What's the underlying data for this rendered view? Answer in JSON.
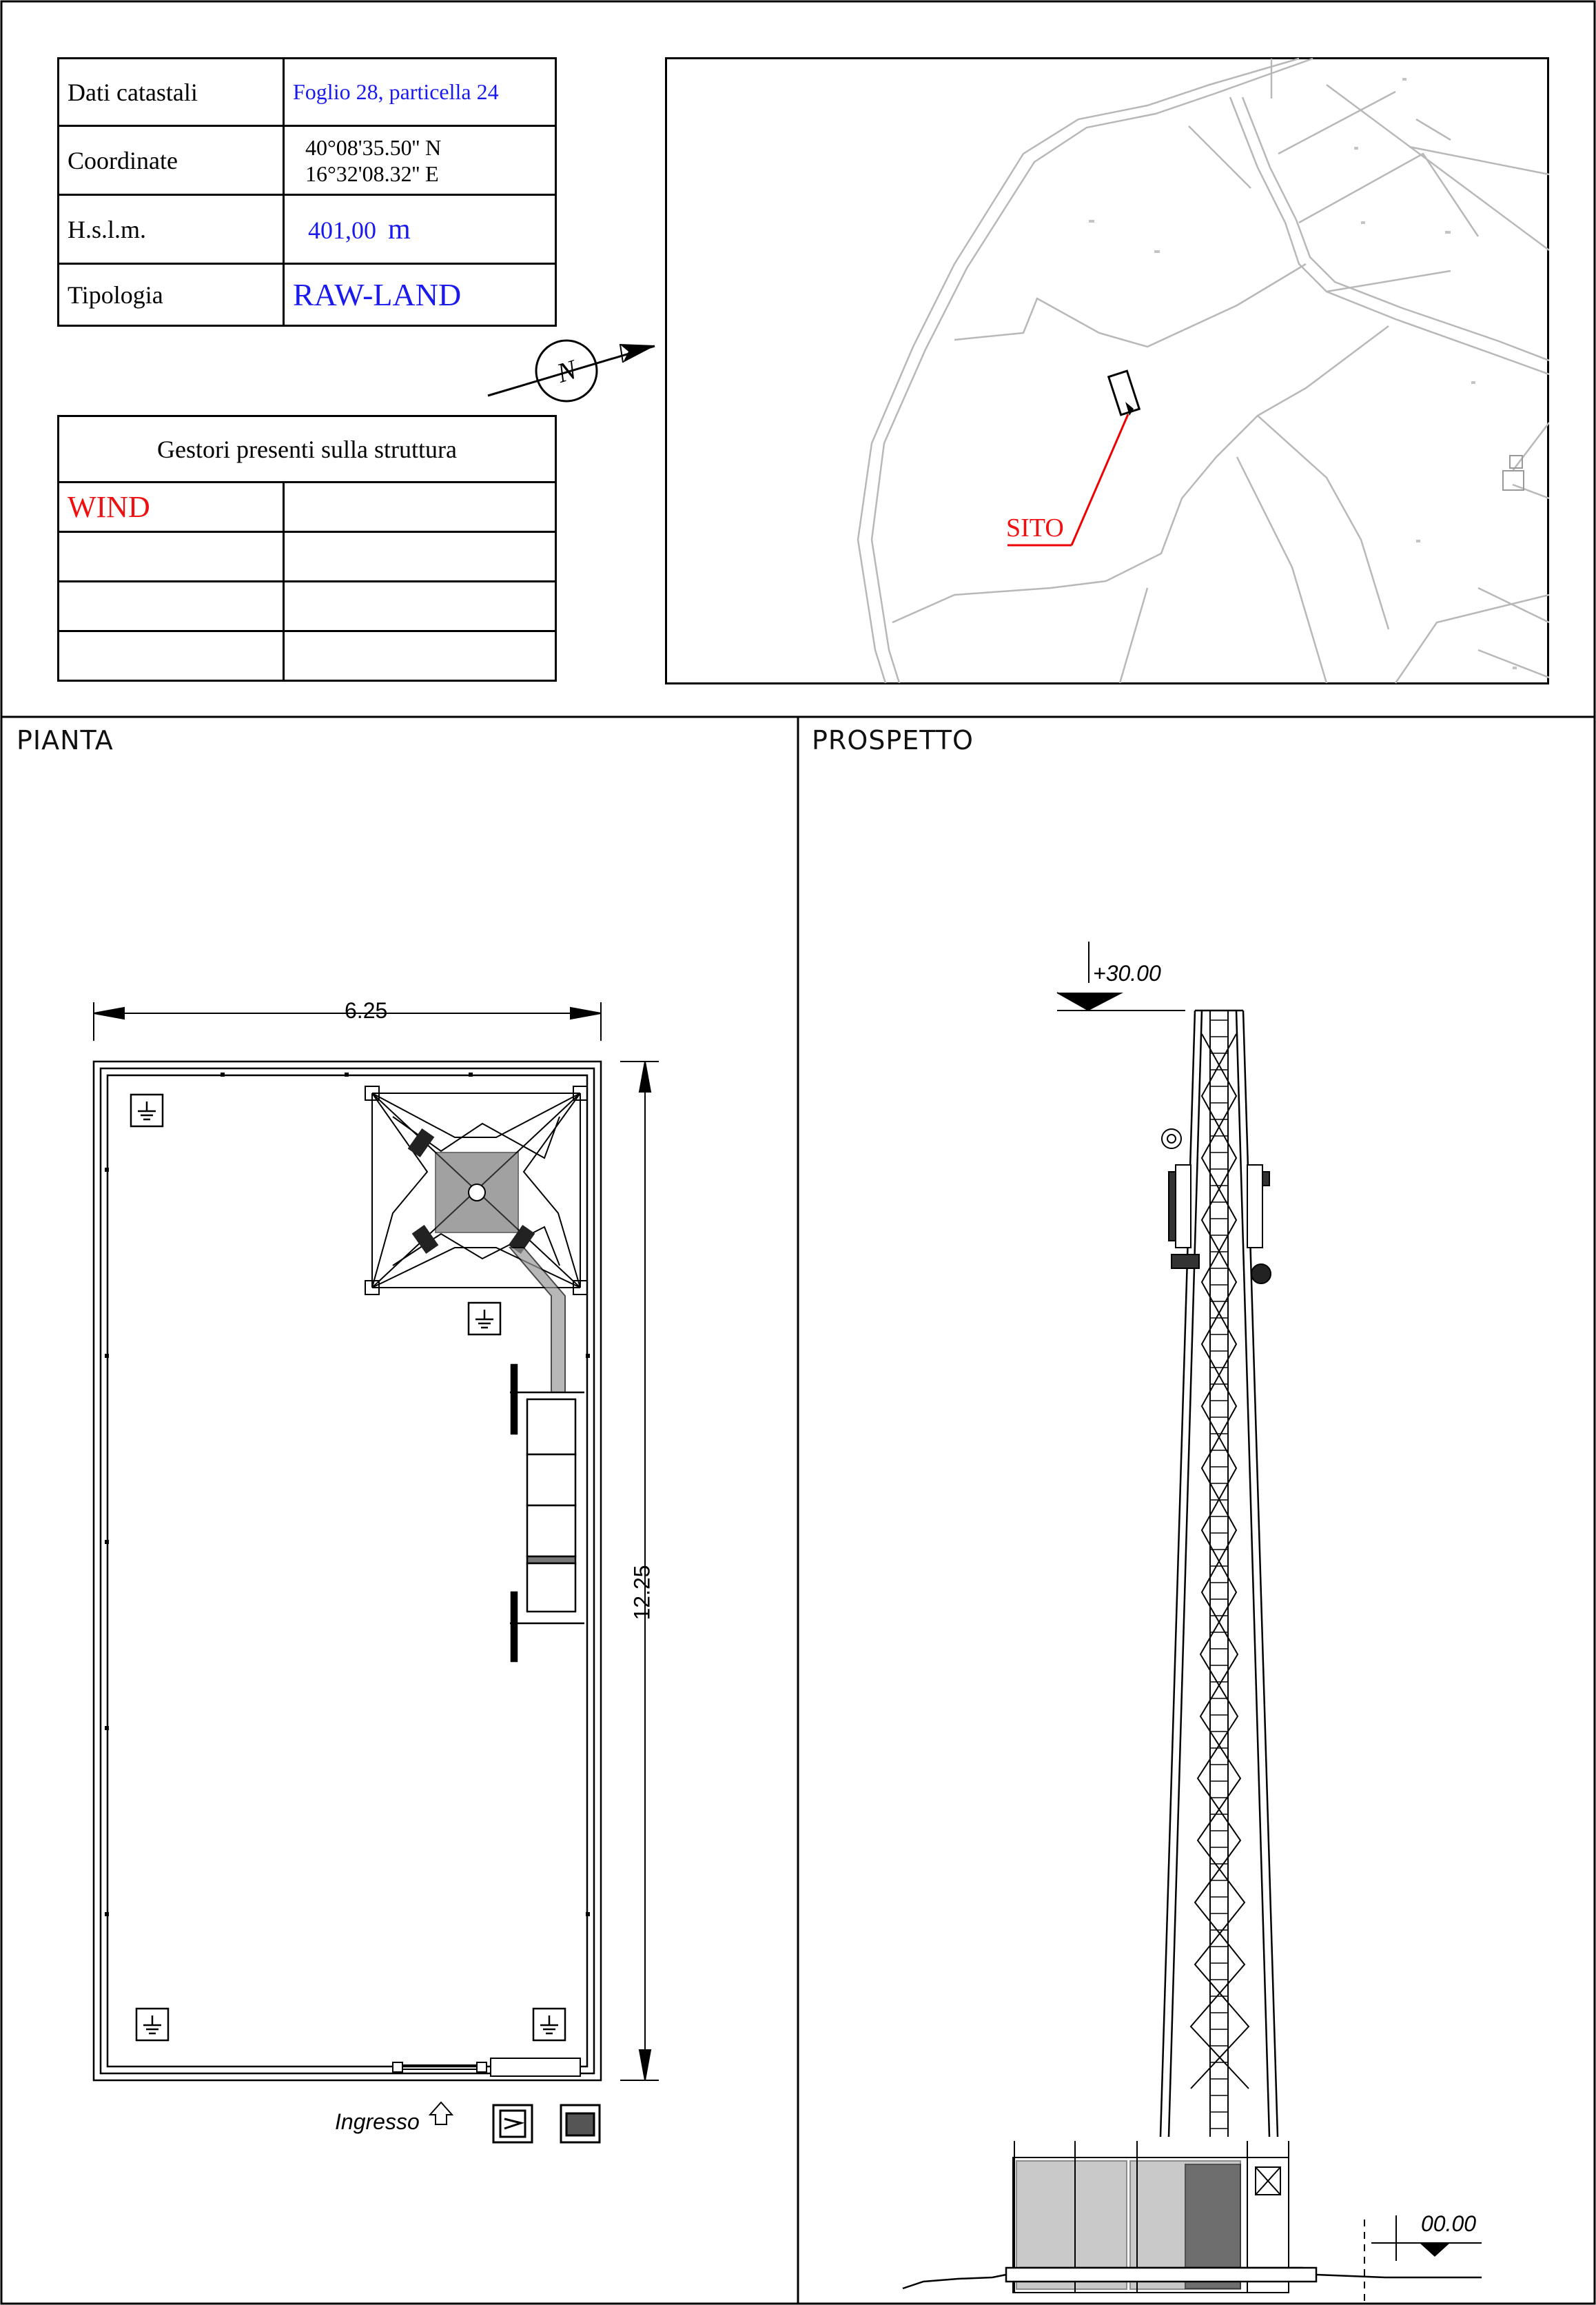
{
  "info_table": {
    "rows": [
      {
        "label": "Dati catastali",
        "value": "Foglio 28, particella 24"
      },
      {
        "label": "Coordinate",
        "value_line1": "40°08'35.50'' N",
        "value_line2": "16°32'08.32'' E"
      },
      {
        "label": "H.s.l.m.",
        "value": "401,00",
        "unit": "m"
      },
      {
        "label": "Tipologia",
        "value": "RAW-LAND"
      }
    ]
  },
  "operators_table": {
    "header": "Gestori presenti sulla struttura",
    "rows": [
      [
        "WIND",
        ""
      ],
      [
        "",
        ""
      ],
      [
        "",
        ""
      ],
      [
        "",
        ""
      ]
    ]
  },
  "map": {
    "site_label": "SITO"
  },
  "compass": {
    "north_letter": "N"
  },
  "pianta": {
    "title": "PIANTA",
    "width_dim": "6.25",
    "height_dim": "12.25",
    "entrance_label": "Ingresso"
  },
  "prospetto": {
    "title": "PROSPETTO",
    "top_elevation": "+30.00",
    "ground_elevation": "00.00"
  },
  "colors": {
    "text_blue": "#1a1aee",
    "text_red": "#ee1111",
    "map_lines": "#b8b8b8",
    "ink": "#000000"
  }
}
